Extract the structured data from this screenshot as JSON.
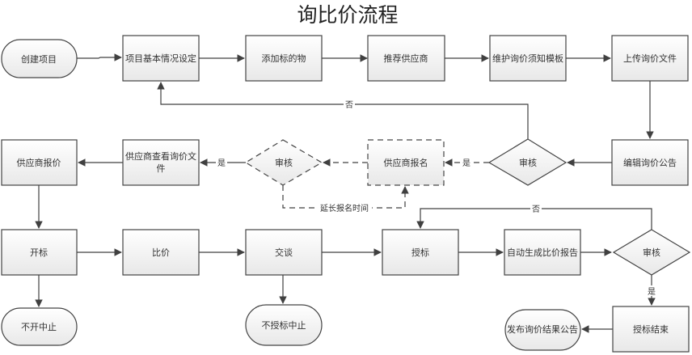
{
  "title": "询比价流程",
  "colors": {
    "stroke": "#444444",
    "fill_top": "#ffffff",
    "fill_bottom": "#e9e9e9",
    "background": "#ffffff"
  },
  "nodes": {
    "create_project": "创建项目",
    "basic_settings": "项目基本情况设定",
    "add_items": "添加标的物",
    "recommend_suppliers": "推荐供应商",
    "maintain_template": "维护询价须知模板",
    "upload_files": "上传询价文件",
    "edit_notice": "编辑询价公告",
    "review_1": "审核",
    "supplier_register": "供应商报名",
    "review_2": "审核",
    "supplier_view_line1": "供应商查看询价文",
    "supplier_view_line2": "件",
    "supplier_quote": "供应商报价",
    "open_bid": "开标",
    "compare_price": "比价",
    "negotiate": "交谈",
    "award": "授标",
    "auto_report": "自动生成比价报告",
    "review_3": "审核",
    "award_end": "授标结束",
    "publish_result": "发布询价结果公告",
    "no_open_stop": "不开中止",
    "no_award_stop": "不授标中止"
  },
  "edge_labels": {
    "no_1": "否",
    "yes_1": "是",
    "yes_2": "是",
    "extend_time": "延长报名时间",
    "no_2": "否",
    "yes_3": "是"
  }
}
